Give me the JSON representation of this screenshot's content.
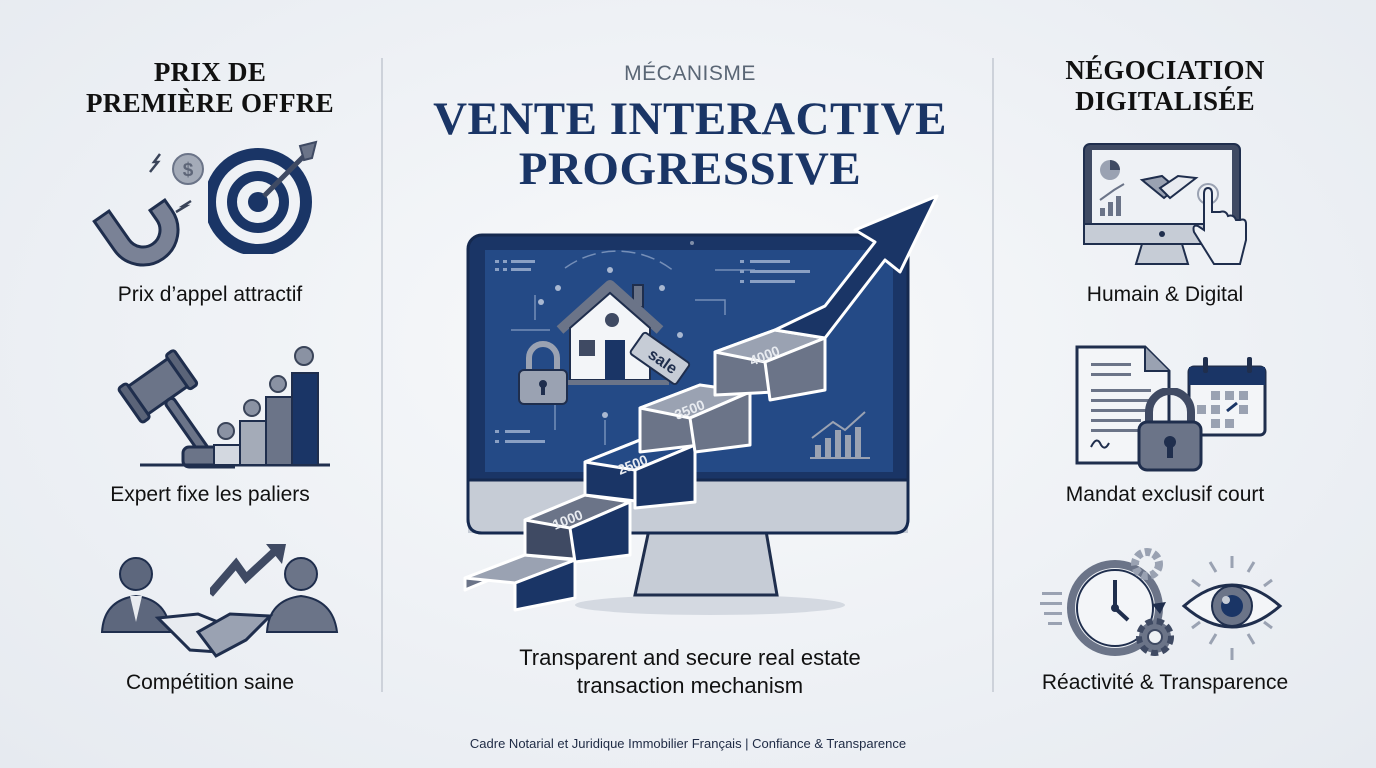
{
  "left_column": {
    "title_line1": "PRIX DE",
    "title_line2": "PREMIÈRE OFFRE",
    "items": [
      {
        "label": "Prix d’appel attractif",
        "icons": [
          "magnet-icon",
          "coin-icon",
          "target-icon"
        ]
      },
      {
        "label": "Expert fixe les paliers",
        "icons": [
          "gavel-icon",
          "bar-steps-icon",
          "coin-icon"
        ]
      },
      {
        "label": "Compétition saine",
        "icons": [
          "businessman-icon",
          "handshake-icon",
          "trend-arrow-icon"
        ]
      }
    ]
  },
  "center": {
    "kicker": "MÉCANISME",
    "title_line1": "VENTE INTERACTIVE",
    "title_line2": "PROGRESSIVE",
    "hero": {
      "icons": [
        "monitor-icon",
        "house-icon",
        "sale-tag-icon",
        "padlock-icon",
        "staircase-icon",
        "up-arrow-icon",
        "bar-chart-icon"
      ],
      "tag_text": "sale",
      "steps": [
        "1000",
        "2500",
        "3500",
        "4000"
      ]
    },
    "caption_line1": "Transparent and secure real estate",
    "caption_line2": "transaction mechanism"
  },
  "right_column": {
    "title_line1": "NÉGOCIATION",
    "title_line2": "DIGITALISÉE",
    "items": [
      {
        "label": "Humain & Digital",
        "icons": [
          "monitor-icon",
          "handshake-icon",
          "touch-hand-icon"
        ]
      },
      {
        "label": "Mandat exclusif court",
        "icons": [
          "contract-icon",
          "padlock-icon",
          "calendar-icon"
        ]
      },
      {
        "label": "Réactivité & Transparence",
        "icons": [
          "clock-icon",
          "gear-icon",
          "eye-icon"
        ]
      }
    ]
  },
  "footer": {
    "text": "Cadre Notarial et Juridique Immobilier Français | Confiance & Transparence"
  },
  "colors": {
    "navy": "#1a3566",
    "slate": "#6b7488",
    "background": "#eef1f5",
    "divider": "#cdd2da"
  }
}
